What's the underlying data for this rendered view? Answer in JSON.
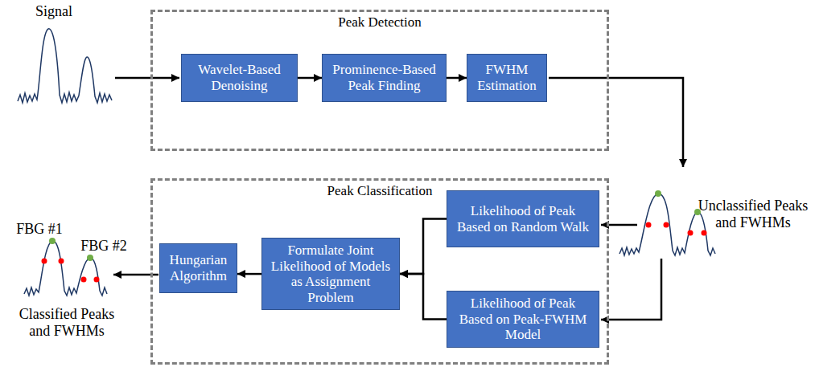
{
  "diagram": {
    "nodes": [
      {
        "text": [
          "Peak Detection"
        ]
      },
      {
        "text": [
          "Wavelet-Based Denoising"
        ],
        "in": 0
      },
      {
        "text": [
          "Prominence-Based Peak Finding"
        ],
        "in": 0
      },
      {
        "text": [
          "FWHM Estimation"
        ],
        "in": 0
      },
      {
        "text": [
          "Peak Classification"
        ]
      },
      {
        "text": [
          "Likelihood of Peak Based on Random Walk"
        ],
        "in": 4
      },
      {
        "text": [
          "Likelihood of Peak Based on Peak-FWHM Model"
        ],
        "in": 4
      },
      {
        "text": [
          "Formulate Joint Likelihood of Models as Assignment Problem"
        ],
        "in": 4
      },
      {
        "text": [
          "Hungarian Algorithm"
        ],
        "in": 4
      }
    ],
    "edges": [
      {
        "from": 1,
        "to": 2,
        "arrow": "to"
      },
      {
        "from": 2,
        "to": 3,
        "arrow": "to"
      },
      {
        "from": 5,
        "to": 7,
        "arrow": "to"
      },
      {
        "from": 6,
        "to": 7,
        "arrow": "to"
      },
      {
        "from": 7,
        "to": 8,
        "arrow": "to"
      }
    ],
    "labels": [
      "Signal",
      "Unclassified Peaks and FWHMs",
      "FBG #1",
      "FBG #2",
      "Classified Peaks and FWHMs"
    ]
  }
}
